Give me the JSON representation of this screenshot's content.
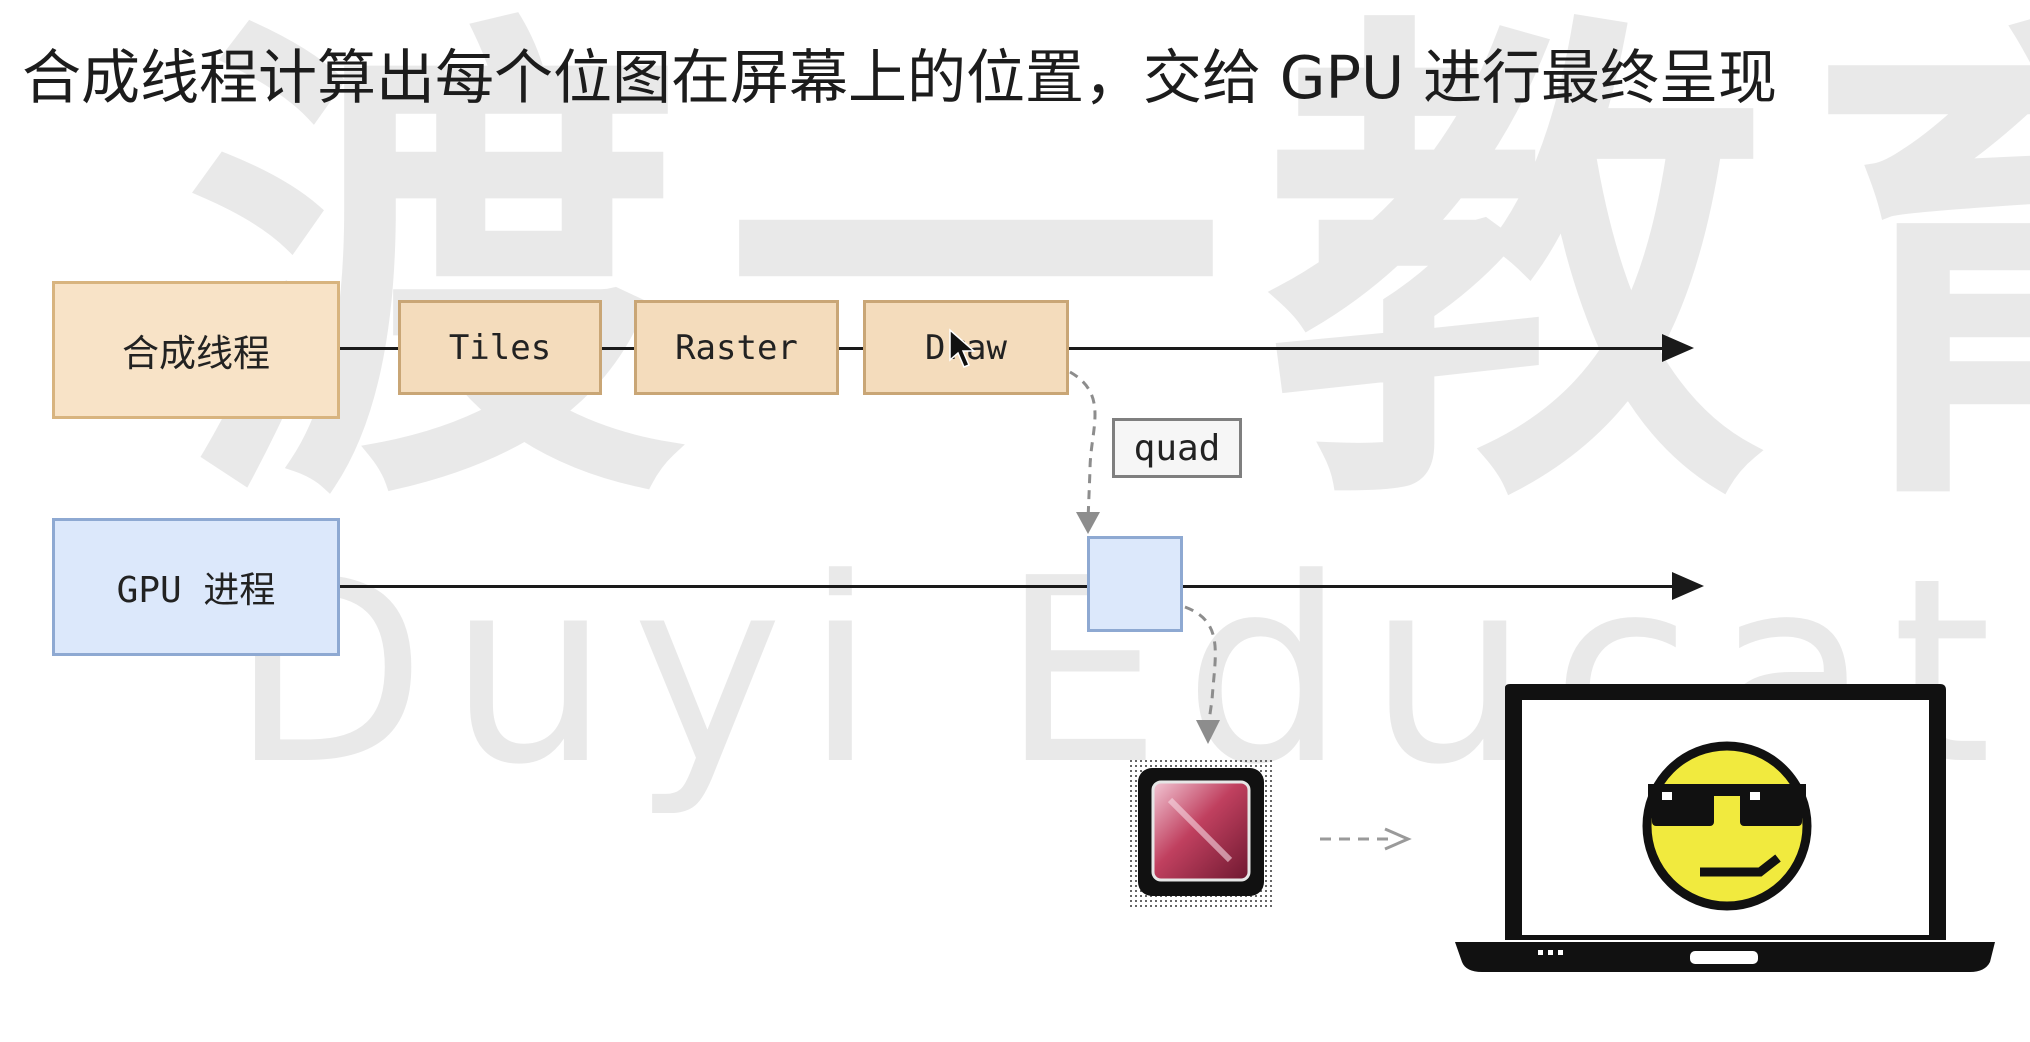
{
  "title": "合成线程计算出每个位图在屏幕上的位置，交给 GPU 进行最终呈现",
  "watermark": {
    "chinese": "渡一教育",
    "english": "Duyi Education"
  },
  "diagram": {
    "compositor_thread_label": "合成线程",
    "stages": [
      {
        "label": "Tiles"
      },
      {
        "label": "Raster"
      },
      {
        "label": "Draw"
      }
    ],
    "quad_label": "quad",
    "gpu_process_label": "GPU 进程",
    "icons": {
      "gpu_chip": "gpu-chip-icon",
      "laptop": "laptop-icon",
      "face": "sunglasses-face-icon",
      "cursor": "mouse-cursor-icon"
    }
  }
}
